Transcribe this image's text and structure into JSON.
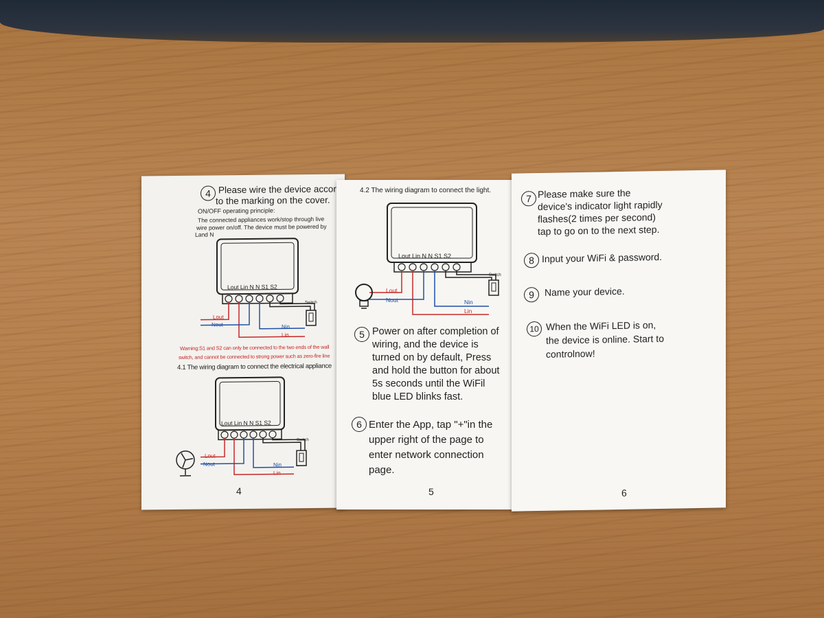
{
  "page4": {
    "heading_num": "4",
    "heading_line1": "Please wire the device according",
    "heading_line2": "to the marking on the cover.",
    "principle_title": "ON/OFF operating principle:",
    "principle_line1": "The connected appliances work/stop through live",
    "principle_line2": "wire power on/off. The device must be powered by",
    "principle_line3": "Land N",
    "terminals": "Lout Lin  N   N   S1  S2",
    "switch_label": "Switch",
    "lout": "Lout",
    "nout": "Nout",
    "nin": "Nin",
    "lin": "Lin",
    "warning_line1": "Warning:S1 and S2 can only be connected to the two ends of the wall",
    "warning_line2": "switch, and cannot be connected to strong power such as zero-fire line",
    "section_title": "4.1 The wiring diagram to connect the electrical appliance",
    "page_number": "4"
  },
  "page5": {
    "section_title": "4.2  The wiring diagram to connect the light.",
    "terminals": "Lout Lin  N   N   S1  S2",
    "switch_label": "Switch",
    "lout": "Lout",
    "nout": "Nout",
    "nin": "Nin",
    "lin": "Lin",
    "step5_num": "5",
    "step5_text": "Power on after completion of\nwiring, and the device is\nturned on by default, Press\nand hold the button for about\n5s seconds until the WiFil\nblue LED blinks fast.",
    "step6_num": "6",
    "step6_text": "Enter the App, tap \"+\"in the\nupper right of the page to\nenter network connection\npage.",
    "page_number": "5"
  },
  "page6": {
    "step7_num": "7",
    "step7_text": "Please make sure the\ndevice's indicator light rapidly\nflashes(2 times per second)\ntap to go on to the next step.",
    "step8_num": "8",
    "step8_text": "Input your WiFi & password.",
    "step9_num": "9",
    "step9_text": "Name your device.",
    "step10_num": "10",
    "step10_text": "When the WiFi LED is on,\nthe device is online. Start to\ncontrolnow!",
    "page_number": "6"
  },
  "colors": {
    "red_wire": "#c62828",
    "blue_wire": "#1f4fa8",
    "paper": "#f6f5f1",
    "table": "#b6804c"
  }
}
